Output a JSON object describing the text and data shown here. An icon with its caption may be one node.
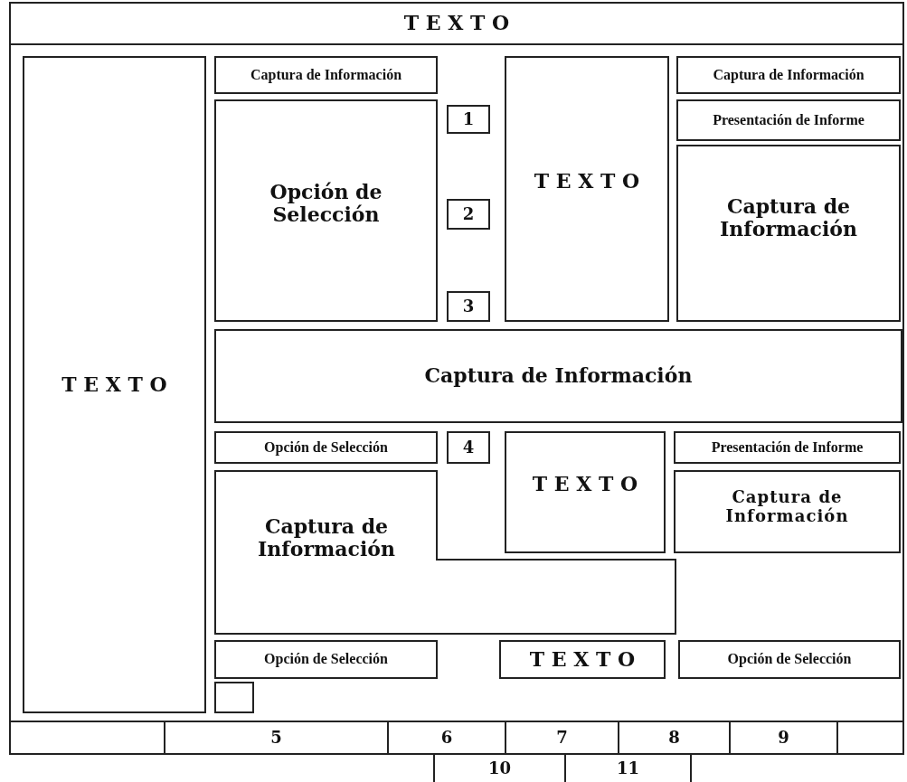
{
  "diagram": {
    "nodes": [
      {
        "text": [
          "TEXTO"
        ]
      },
      {
        "text": [
          "TEXTO"
        ]
      },
      {
        "text": [
          "Captura de Información"
        ]
      },
      {
        "text": [
          "Opción de Selección"
        ]
      },
      {
        "text": [
          "1"
        ]
      },
      {
        "text": [
          "2"
        ]
      },
      {
        "text": [
          "3"
        ]
      },
      {
        "text": [
          "TEXTO"
        ]
      },
      {
        "text": [
          "Captura de Información"
        ]
      },
      {
        "text": [
          "Presentación de Informe"
        ]
      },
      {
        "text": [
          "Captura de Información"
        ]
      },
      {
        "text": [
          "Captura de Información"
        ]
      },
      {
        "text": [
          "Opción de Selección"
        ]
      },
      {
        "text": [
          "4"
        ]
      },
      {
        "text": [
          "TEXTO"
        ]
      },
      {
        "text": [
          "Presentación de Informe"
        ]
      },
      {
        "text": [
          "Captura de Información"
        ]
      },
      {
        "text": [
          "Captura de Información"
        ]
      },
      {
        "text": [
          "Opción de Selección"
        ]
      },
      {
        "text": [
          "TEXTO"
        ]
      },
      {
        "text": [
          "Opción de Selección"
        ]
      },
      {
        "text": [],
        "shape": "box"
      },
      {
        "text": [],
        "shape": "box"
      },
      {
        "text": [
          "5"
        ]
      },
      {
        "text": [
          "6"
        ]
      },
      {
        "text": [
          "7"
        ]
      },
      {
        "text": [
          "8"
        ]
      },
      {
        "text": [
          "9"
        ]
      },
      {
        "text": [],
        "shape": "box"
      },
      {
        "text": [
          "10"
        ]
      },
      {
        "text": [
          "11"
        ]
      }
    ]
  }
}
